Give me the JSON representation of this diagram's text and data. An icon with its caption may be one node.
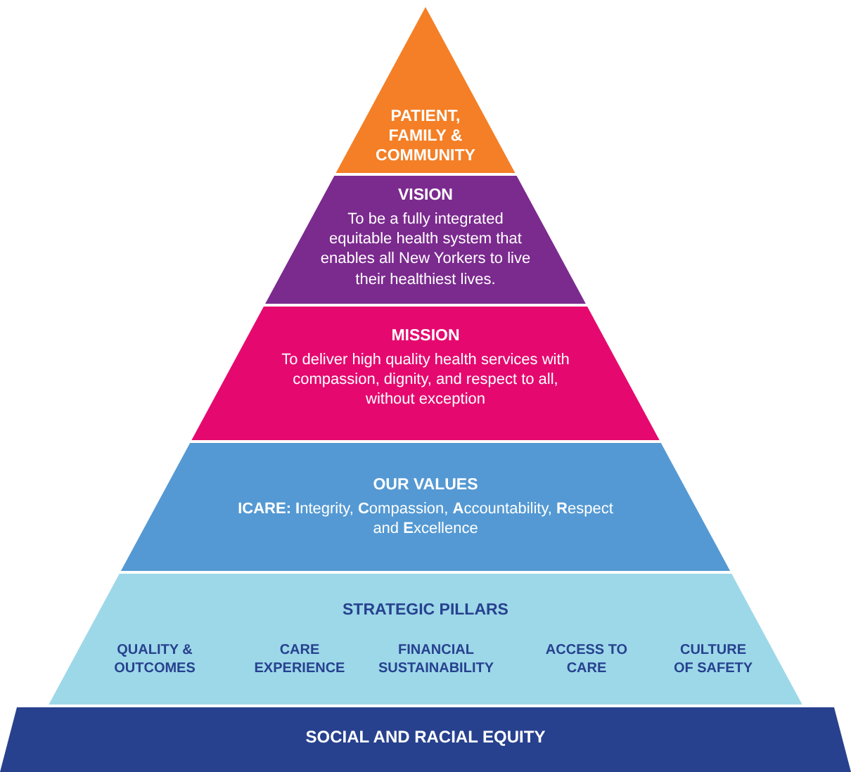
{
  "diagram": {
    "nodes": [
      {
        "text": [
          "PATIENT, FAMILY & COMMUNITY"
        ]
      },
      {
        "text": [
          "VISION",
          "To be a fully integrated equitable health system that enables all New Yorkers to live their healthiest lives."
        ]
      },
      {
        "text": [
          "MISSION",
          "To deliver high quality health services with compassion, dignity, and respect to all, without exception"
        ]
      },
      {
        "text": [
          "OUR VALUES",
          "**ICARE: I**ntegrity, **C**ompassion, **A**ccountability, **R**espect and **E**xcellence"
        ]
      },
      {
        "text": [
          "STRATEGIC PILLARS",
          "QUALITY & OUTCOMES",
          "CARE EXPERIENCE",
          "FINANCIAL SUSTAINABILITY",
          "ACCESS TO CARE",
          "CULTURE OF SAFETY"
        ]
      },
      {
        "text": [
          "SOCIAL AND RACIAL EQUITY"
        ]
      }
    ]
  }
}
